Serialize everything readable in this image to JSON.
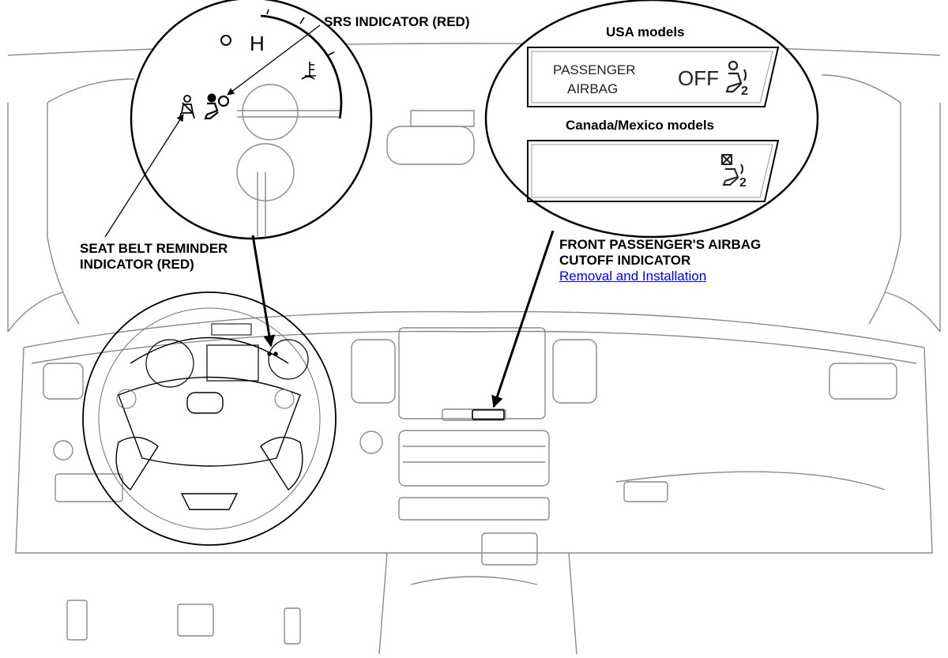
{
  "labels": {
    "srs_indicator": "SRS INDICATOR (RED)",
    "seat_belt_line1": "SEAT BELT REMINDER",
    "seat_belt_line2": "INDICATOR (RED)",
    "usa_models": "USA models",
    "canada_mexico_models": "Canada/Mexico models",
    "cutoff_line1": "FRONT PASSENGER'S AIRBAG",
    "cutoff_line2": "CUTOFF INDICATOR",
    "removal_link": "Removal and Installation"
  },
  "usa_panel": {
    "line1": "PASSENGER",
    "line2": "AIRBAG",
    "off_text": "OFF",
    "seat_number": "2"
  },
  "canada_panel": {
    "seat_number": "2"
  },
  "gauge": {
    "letter_h": "H"
  },
  "colors": {
    "line": "#6e6e6e",
    "ink": "#000000",
    "link": "#0000ee"
  }
}
